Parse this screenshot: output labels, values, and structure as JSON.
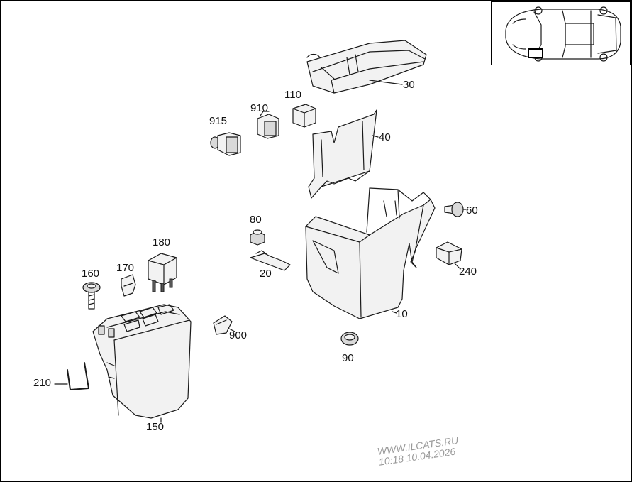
{
  "callouts": {
    "c10": "10",
    "c20": "20",
    "c30": "30",
    "c40": "40",
    "c60": "60",
    "c80": "80",
    "c90": "90",
    "c110": "110",
    "c150": "150",
    "c160": "160",
    "c170": "170",
    "c180": "180",
    "c210": "210",
    "c240": "240",
    "c900": "900",
    "c910": "910",
    "c915": "915"
  },
  "watermark": {
    "site": "WWW.ILCATS.RU",
    "timestamp": "10:18 10.04.2026"
  },
  "colors": {
    "line": "#1a1a1a",
    "background": "#ffffff",
    "watermark": "#9a9a9a",
    "fill": "#f2f2f2"
  }
}
